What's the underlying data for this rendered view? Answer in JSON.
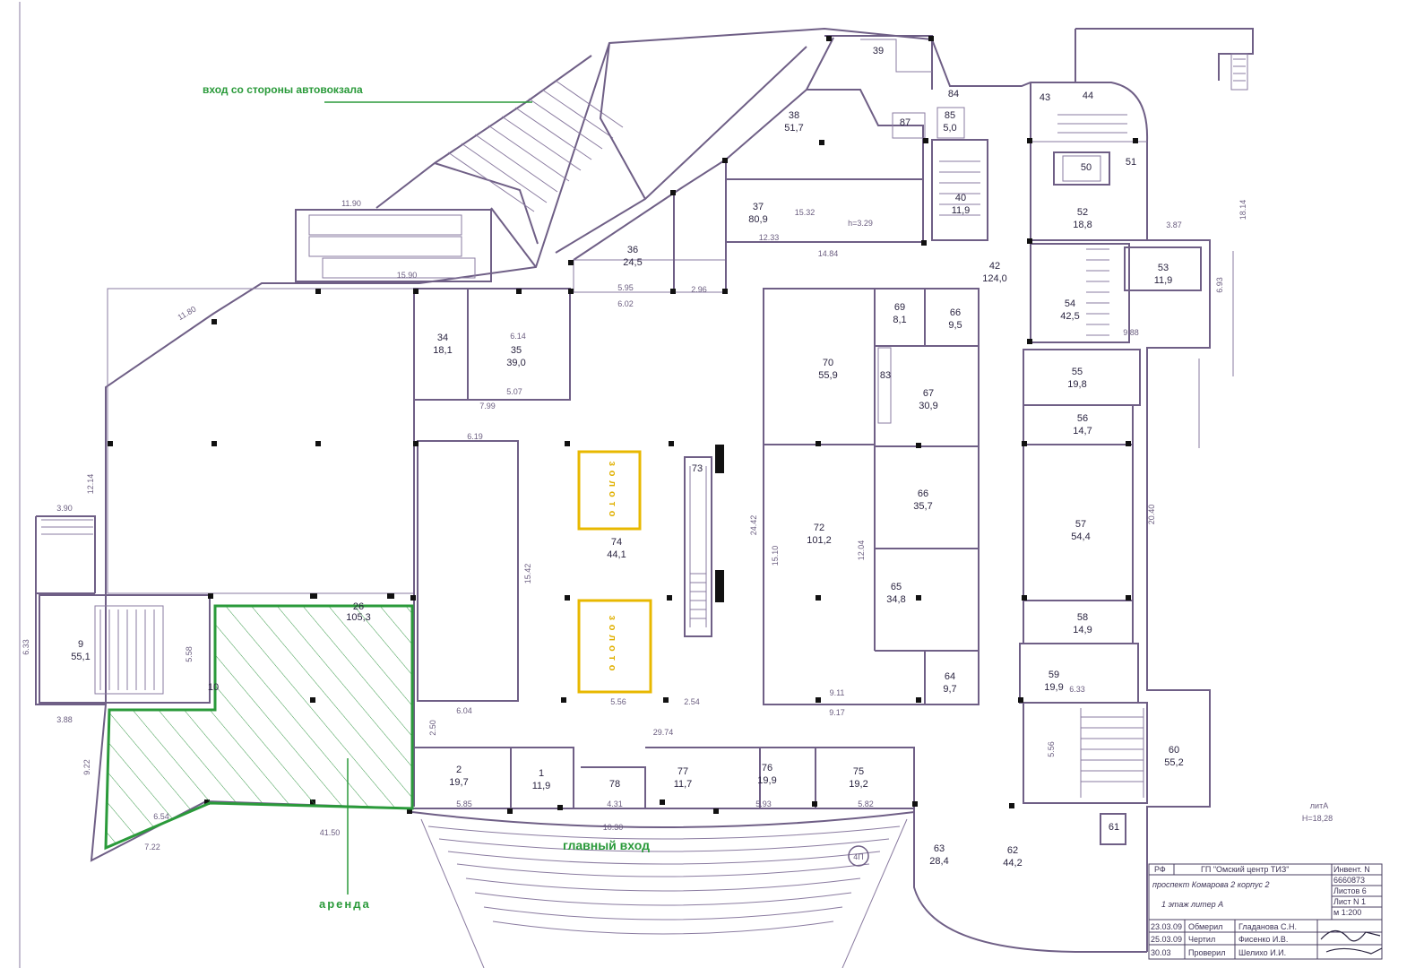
{
  "labels": {
    "bus_station_entrance": "вход со стороны автовокзала",
    "main_entrance": "главный вход",
    "rent": "аренда",
    "gold_1": "золото",
    "gold_2": "золото",
    "height_mark": "h=3.29",
    "letter": "литА",
    "height_total": "Н=18,28",
    "axis_mark": "4П"
  },
  "rooms": [
    {
      "id": "r2",
      "number": "2",
      "area": "19,7"
    },
    {
      "id": "r1",
      "number": "1",
      "area": "11,9"
    },
    {
      "id": "r78",
      "number": "78",
      "area": ""
    },
    {
      "id": "r77",
      "number": "77",
      "area": "11,7"
    },
    {
      "id": "r76",
      "number": "76",
      "area": "19,9"
    },
    {
      "id": "r75",
      "number": "75",
      "area": "19,2"
    },
    {
      "id": "r9",
      "number": "9",
      "area": "55,1"
    },
    {
      "id": "r10",
      "number": "10",
      "area": ""
    },
    {
      "id": "r26",
      "number": "26",
      "area": "105,3"
    },
    {
      "id": "r34",
      "number": "34",
      "area": "18,1"
    },
    {
      "id": "r35",
      "number": "35",
      "area": "39,0"
    },
    {
      "id": "r36",
      "number": "36",
      "area": "24,5"
    },
    {
      "id": "r37",
      "number": "37",
      "area": "80,9"
    },
    {
      "id": "r38",
      "number": "38",
      "area": "51,7"
    },
    {
      "id": "r39",
      "number": "39",
      "area": ""
    },
    {
      "id": "r40",
      "number": "40",
      "area": "11,9"
    },
    {
      "id": "r42",
      "number": "42",
      "area": "124,0"
    },
    {
      "id": "r43",
      "number": "43",
      "area": ""
    },
    {
      "id": "r44",
      "number": "44",
      "area": ""
    },
    {
      "id": "r50",
      "number": "50",
      "area": ""
    },
    {
      "id": "r51",
      "number": "51",
      "area": ""
    },
    {
      "id": "r52",
      "number": "52",
      "area": "18,8"
    },
    {
      "id": "r53",
      "number": "53",
      "area": "11,9"
    },
    {
      "id": "r54",
      "number": "54",
      "area": "42,5"
    },
    {
      "id": "r55",
      "number": "55",
      "area": "19,8"
    },
    {
      "id": "r56",
      "number": "56",
      "area": "14,7"
    },
    {
      "id": "r57",
      "number": "57",
      "area": "54,4"
    },
    {
      "id": "r58",
      "number": "58",
      "area": "14,9"
    },
    {
      "id": "r59",
      "number": "59",
      "area": "19,9"
    },
    {
      "id": "r60",
      "number": "60",
      "area": "55,2"
    },
    {
      "id": "r61",
      "number": "61",
      "area": ""
    },
    {
      "id": "r62",
      "number": "62",
      "area": "44,2"
    },
    {
      "id": "r63",
      "number": "63",
      "area": "28,4"
    },
    {
      "id": "r64",
      "number": "64",
      "area": "9,7"
    },
    {
      "id": "r65",
      "number": "65",
      "area": "34,8"
    },
    {
      "id": "r66a",
      "number": "66",
      "area": "9,5"
    },
    {
      "id": "r66b",
      "number": "66",
      "area": "35,7"
    },
    {
      "id": "r67",
      "number": "67",
      "area": "30,9"
    },
    {
      "id": "r69",
      "number": "69",
      "area": "8,1"
    },
    {
      "id": "r70",
      "number": "70",
      "area": "55,9"
    },
    {
      "id": "r72",
      "number": "72",
      "area": "101,2"
    },
    {
      "id": "r73",
      "number": "73",
      "area": ""
    },
    {
      "id": "r74",
      "number": "74",
      "area": "44,1"
    },
    {
      "id": "r83",
      "number": "83",
      "area": ""
    },
    {
      "id": "r84",
      "number": "84",
      "area": ""
    },
    {
      "id": "r85",
      "number": "85",
      "area": "5,0"
    },
    {
      "id": "r87",
      "number": "87",
      "area": ""
    }
  ],
  "dimensions": {
    "d1": "29.74",
    "d2": "41.50",
    "d3": "10.30",
    "d4": "5.85",
    "d5": "4.31",
    "d6": "5.93",
    "d7": "5.82",
    "d8": "6.04",
    "d9": "5.56",
    "d10": "2.54",
    "d11": "24.42",
    "d12": "15.10",
    "d13": "12.04",
    "d14": "9.11",
    "d15": "9.17",
    "d16": "14.84",
    "d17": "12.33",
    "d18": "15.32",
    "d19": "20.40",
    "d20": "18.14",
    "d21": "6.93",
    "d22": "3.87",
    "d23": "9.88",
    "d24": "6.33",
    "d25": "5.56",
    "d26": "7.22",
    "d27": "6.54",
    "d28": "9.22",
    "d29": "3.88",
    "d30": "12.14",
    "d31": "3.90",
    "d32": "11.90",
    "d33": "15.90",
    "d34": "11.80",
    "d35": "15.42",
    "d36": "6.19",
    "d37": "7.99",
    "d38": "5.07",
    "d39": "6.14",
    "d40": "5.95",
    "d41": "6.02",
    "d42": "2.96",
    "d43": "2.50",
    "d44": "5.58",
    "d45": "6.33"
  },
  "stamp": {
    "rf": "РФ",
    "org": "ГП \"Омский центр ТИЗ\"",
    "inv_label": "Инвент. N",
    "inv_number": "6660873",
    "address": "проспект Комарова 2 корпус 2",
    "sheets": "Листов 6",
    "floor": "1 этаж литер А",
    "sheet": "Лист N 1",
    "scale": "м 1:200",
    "row1_date": "23.03.09",
    "row1_role": "Обмерил",
    "row1_name": "Гладанова С.Н.",
    "row2_date": "25.03.09",
    "row2_role": "Чертил",
    "row2_name": "Фисенко И.В.",
    "row3_date": "30.03",
    "row3_role": "Проверил",
    "row3_name": "Шелихо И.И."
  }
}
